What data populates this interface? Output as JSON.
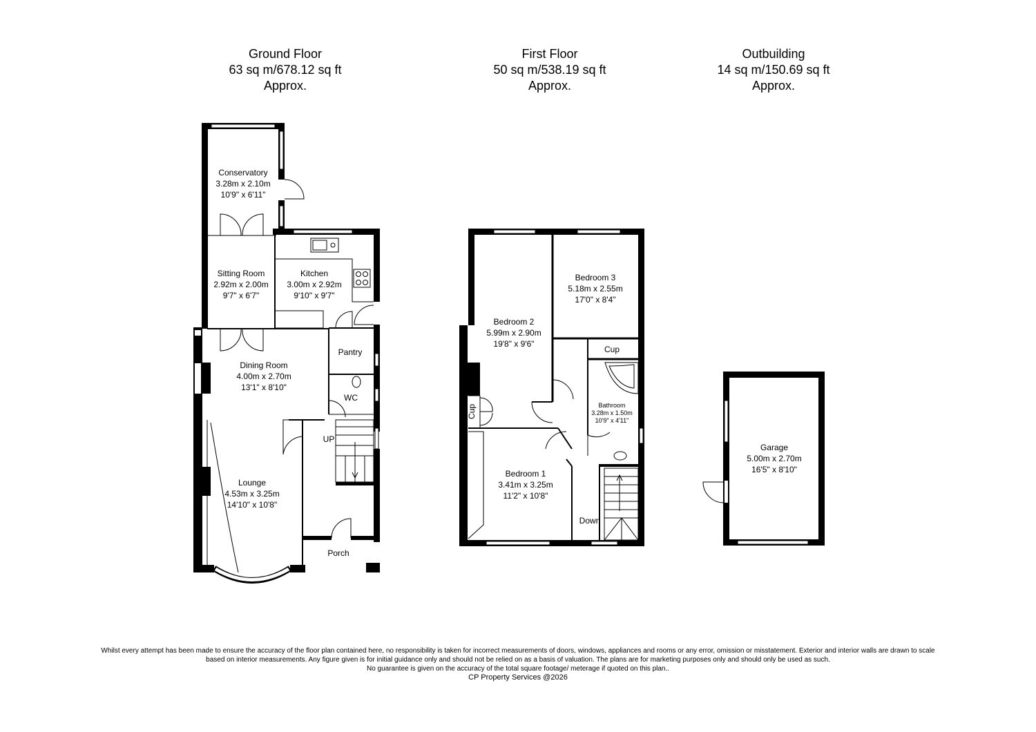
{
  "headers": [
    {
      "title": "Ground Floor",
      "area": "63 sq m/678.12 sq ft",
      "note": "Approx."
    },
    {
      "title": "First Floor",
      "area": "50 sq m/538.19 sq ft",
      "note": "Approx."
    },
    {
      "title": "Outbuilding",
      "area": "14 sq m/150.69 sq ft",
      "note": "Approx."
    }
  ],
  "rooms": {
    "conservatory": {
      "name": "Conservatory",
      "metric": "3.28m x 2.10m",
      "imperial": "10'9\" x 6'11\""
    },
    "sitting_room": {
      "name": "Sitting Room",
      "metric": "2.92m x 2.00m",
      "imperial": "9'7\" x 6'7\""
    },
    "kitchen": {
      "name": "Kitchen",
      "metric": "3.00m x 2.92m",
      "imperial": "9'10\" x 9'7\""
    },
    "pantry": {
      "name": "Pantry"
    },
    "dining_room": {
      "name": "Dining Room",
      "metric": "4.00m x 2.70m",
      "imperial": "13'1\" x 8'10\""
    },
    "wc": {
      "name": "WC"
    },
    "up": {
      "name": "UP"
    },
    "lounge": {
      "name": "Lounge",
      "metric": "4.53m x 3.25m",
      "imperial": "14'10\" x 10'8\""
    },
    "porch": {
      "name": "Porch"
    },
    "bedroom2": {
      "name": "Bedroom 2",
      "metric": "5.99m x 2.90m",
      "imperial": "19'8\" x 9'6\""
    },
    "bedroom3": {
      "name": "Bedroom 3",
      "metric": "5.18m x 2.55m",
      "imperial": "17'0\" x 8'4\""
    },
    "cup_top": {
      "name": "Cup"
    },
    "cup_side": {
      "name": "Cup"
    },
    "bathroom": {
      "name": "Bathroom",
      "metric": "3.28m x 1.50m",
      "imperial": "10'9\" x 4'11\""
    },
    "bedroom1": {
      "name": "Bedroom 1",
      "metric": "3.41m x 3.25m",
      "imperial": "11'2\" x 10'8\""
    },
    "down": {
      "name": "Down"
    },
    "garage": {
      "name": "Garage",
      "metric": "5.00m x 2.70m",
      "imperial": "16'5\" x 8'10\""
    }
  },
  "disclaimer": {
    "line1": "Whilst every attempt has been made to ensure the accuracy of the floor plan contained here, no responsibility is taken for incorrect measurements of doors, windows, appliances and rooms or any error, omission or misstatement. Exterior and interior walls are drawn to scale",
    "line2": "based on interior measurements. Any figure given is for initial guidance only and should not be relied on as a basis of valuation. The plans are for marketing purposes only and should only be used as such.",
    "line3": "No guarantee is given on the accuracy of the total square footage/ meterage if quoted on this plan..",
    "line4": "CP Property Services @2026"
  },
  "colors": {
    "wall": "#000000",
    "window": "#ffffff",
    "line": "#000000"
  }
}
